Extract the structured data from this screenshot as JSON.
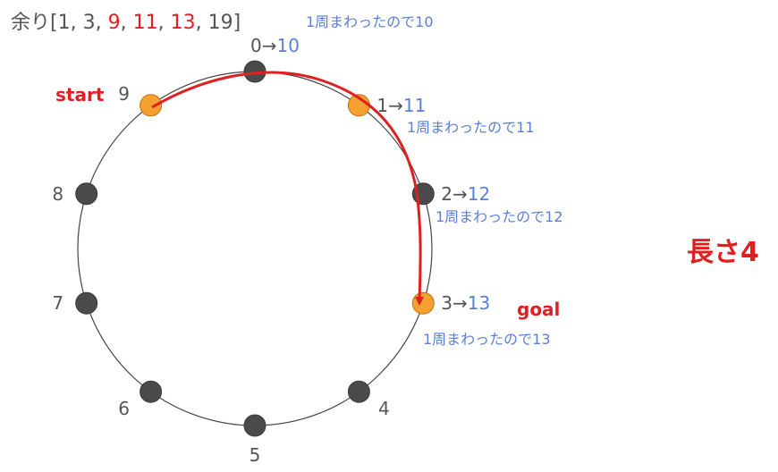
{
  "header": {
    "prefix": "余り[",
    "values": [
      {
        "text": "1",
        "color": "#555555"
      },
      {
        "text": "3",
        "color": "#555555"
      },
      {
        "text": "9",
        "color": "#e02020"
      },
      {
        "text": "11",
        "color": "#e02020"
      },
      {
        "text": "13",
        "color": "#e02020"
      },
      {
        "text": "19",
        "color": "#555555"
      }
    ],
    "separator": ", ",
    "suffix": "]"
  },
  "colors": {
    "node_default": "#4a4a4a",
    "node_highlight": "#f5a030",
    "arrow": "#e02020",
    "note": "#5a7fd6",
    "label": "#555555",
    "emphasis": "#e02020"
  },
  "nodes": [
    {
      "index": 0,
      "label": "0",
      "mapped": "10",
      "highlight": false
    },
    {
      "index": 1,
      "label": "1",
      "mapped": "11",
      "highlight": true
    },
    {
      "index": 2,
      "label": "2",
      "mapped": "12",
      "highlight": false
    },
    {
      "index": 3,
      "label": "3",
      "mapped": "13",
      "highlight": true
    },
    {
      "index": 4,
      "label": "4",
      "mapped": "",
      "highlight": false
    },
    {
      "index": 5,
      "label": "5",
      "mapped": "",
      "highlight": false
    },
    {
      "index": 6,
      "label": "6",
      "mapped": "",
      "highlight": false
    },
    {
      "index": 7,
      "label": "7",
      "mapped": "",
      "highlight": false
    },
    {
      "index": 8,
      "label": "8",
      "mapped": "",
      "highlight": false
    },
    {
      "index": 9,
      "label": "9",
      "mapped": "",
      "highlight": true
    }
  ],
  "arrow_sep": "→",
  "notes": {
    "n0": "1周まわったので10",
    "n1": "1周まわったので11",
    "n2": "1周まわったので12",
    "n3": "1周まわったので13"
  },
  "start_label": "start",
  "goal_label": "goal",
  "length_label": "長さ4"
}
